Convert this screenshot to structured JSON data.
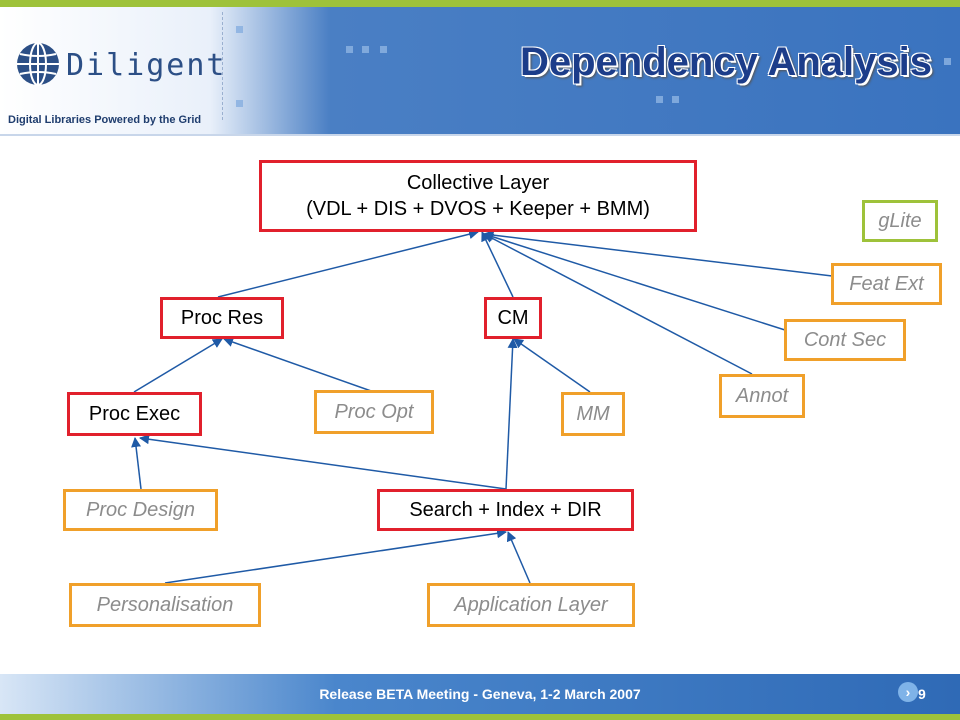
{
  "header": {
    "logo_text": "Diligent",
    "tagline": "Digital Libraries Powered by the Grid",
    "title": "Dependency Analysis"
  },
  "diagram": {
    "collective_line1": "Collective Layer",
    "collective_line2": "(VDL + DIS + DVOS + Keeper + BMM)",
    "glite": "gLite",
    "feat_ext": "Feat Ext",
    "proc_res": "Proc Res",
    "cm": "CM",
    "cont_sec": "Cont Sec",
    "annot": "Annot",
    "proc_exec": "Proc Exec",
    "proc_opt": "Proc Opt",
    "mm": "MM",
    "proc_design": "Proc Design",
    "search_index": "Search + Index + DIR",
    "personalisation": "Personalisation",
    "application_layer": "Application Layer"
  },
  "footer": {
    "meeting": "Release BETA Meeting - Geneva, 1-2 March 2007",
    "page_number": "9"
  },
  "colors": {
    "core_border": "#e1202c",
    "optional_border": "#f0a02a",
    "external_border": "#9ec23a",
    "arrow": "#1f5aa6",
    "title": "#1c3d8a"
  }
}
